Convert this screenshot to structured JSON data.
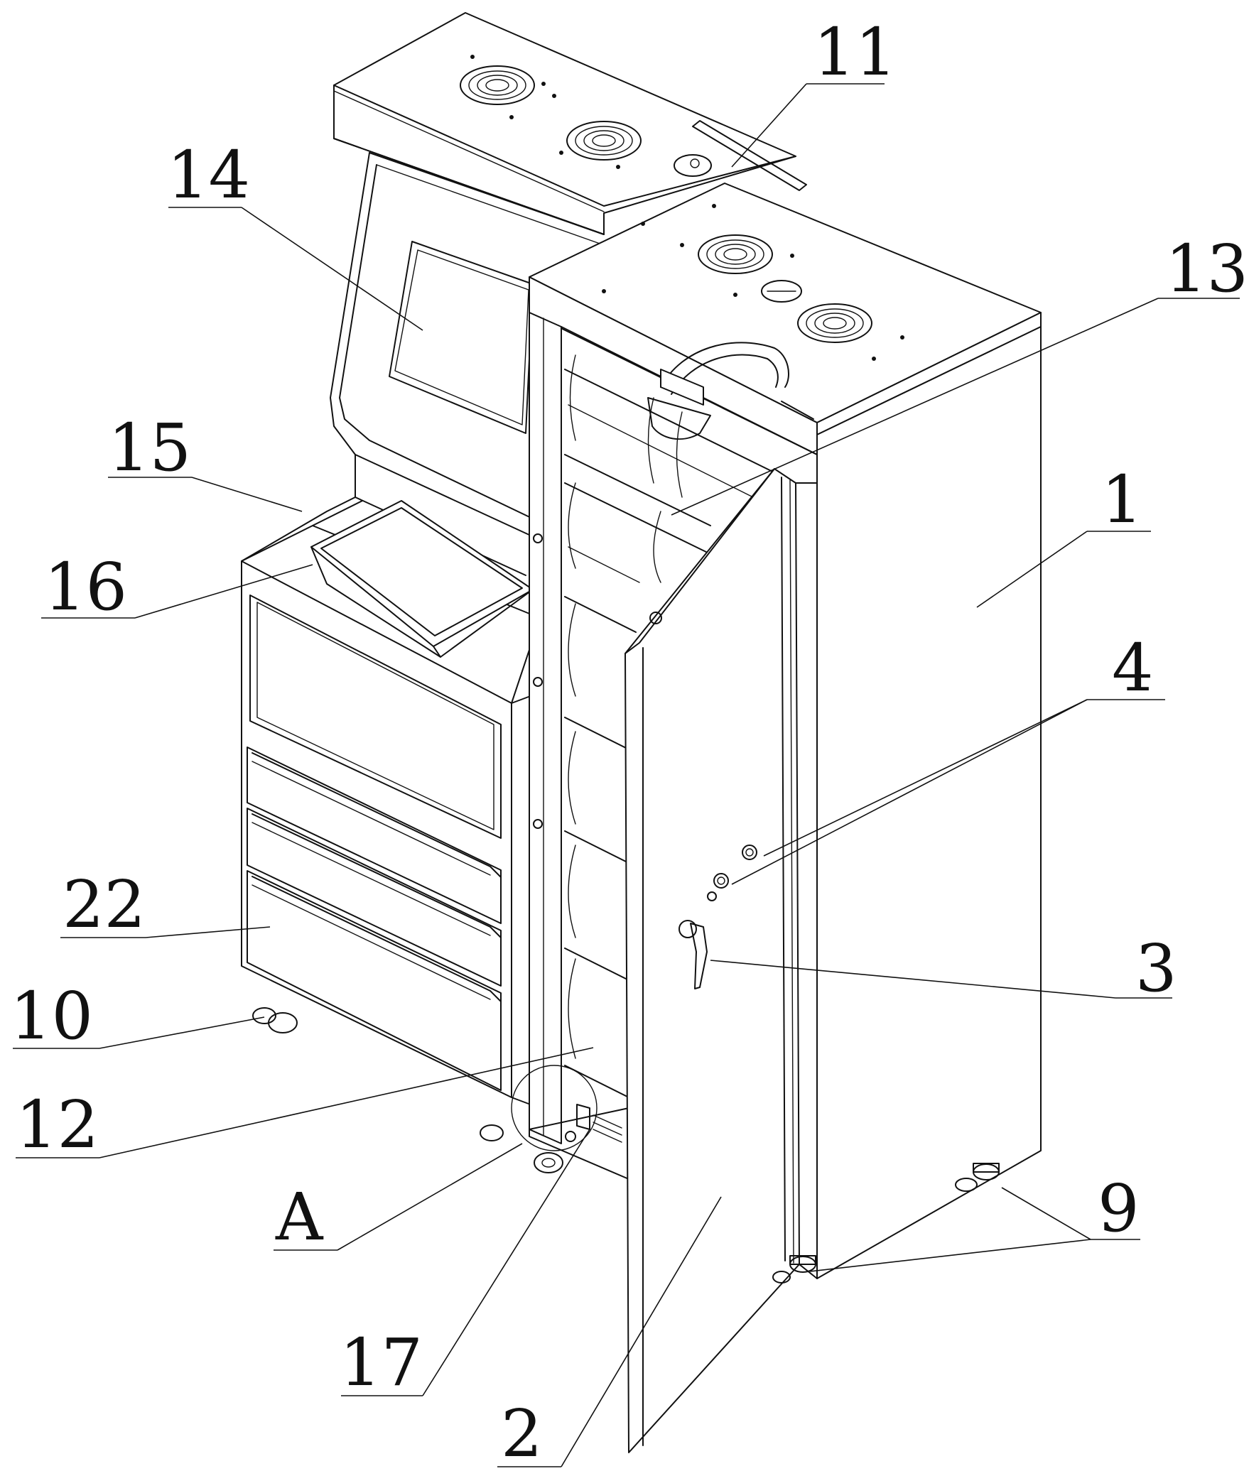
{
  "figure": {
    "callouts": [
      {
        "id": "c11",
        "label": "11"
      },
      {
        "id": "c14",
        "label": "14"
      },
      {
        "id": "c13",
        "label": "13"
      },
      {
        "id": "c15",
        "label": "15"
      },
      {
        "id": "c1",
        "label": "1"
      },
      {
        "id": "c16",
        "label": "16"
      },
      {
        "id": "c4",
        "label": "4"
      },
      {
        "id": "c22",
        "label": "22"
      },
      {
        "id": "c3",
        "label": "3"
      },
      {
        "id": "c10",
        "label": "10"
      },
      {
        "id": "c12",
        "label": "12"
      },
      {
        "id": "cA",
        "label": "A"
      },
      {
        "id": "c9",
        "label": "9"
      },
      {
        "id": "c17",
        "label": "17"
      },
      {
        "id": "c2",
        "label": "2"
      }
    ]
  }
}
